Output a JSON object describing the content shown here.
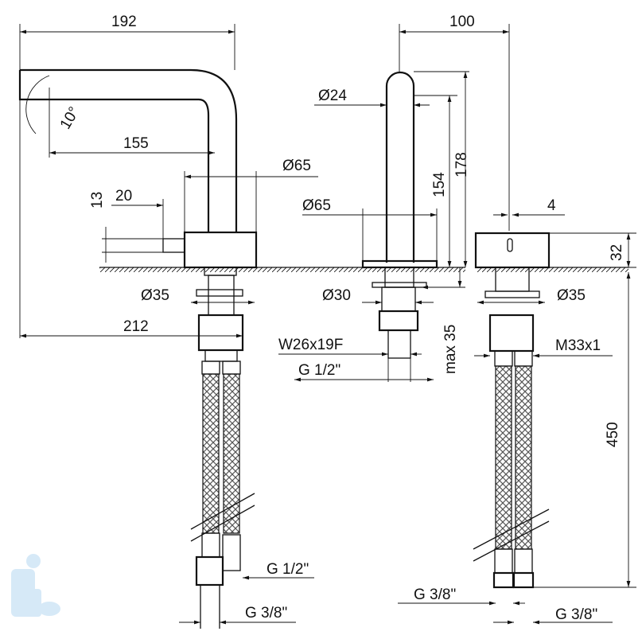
{
  "title": "Faucet technical dimension drawing",
  "dimensions": {
    "spout_reach_total": "192",
    "spout_reach": "155",
    "spout_angle": "10°",
    "base_diameter_left": "Ø65",
    "lever_height": "13",
    "lever_length": "20",
    "overall_width": "212",
    "shank_left": "Ø35",
    "sensor_reach": "100",
    "tube_diameter": "Ø24",
    "tube_height": "154",
    "total_height": "178",
    "base_diameter_center": "Ø65",
    "shank_center": "Ø30",
    "nut_spec": "W26x19F",
    "thread_center": "G 1/2\"",
    "max_deck": "max 35",
    "gap": "4",
    "body_height": "32",
    "shank_right": "Ø35",
    "thread_right": "M33x1",
    "hose_length": "450",
    "hose_left_inner": "G 1/2\"",
    "hose_left_outer": "G 3/8\"",
    "hose_right_a": "G 3/8\"",
    "hose_right_b": "G 3/8\""
  }
}
